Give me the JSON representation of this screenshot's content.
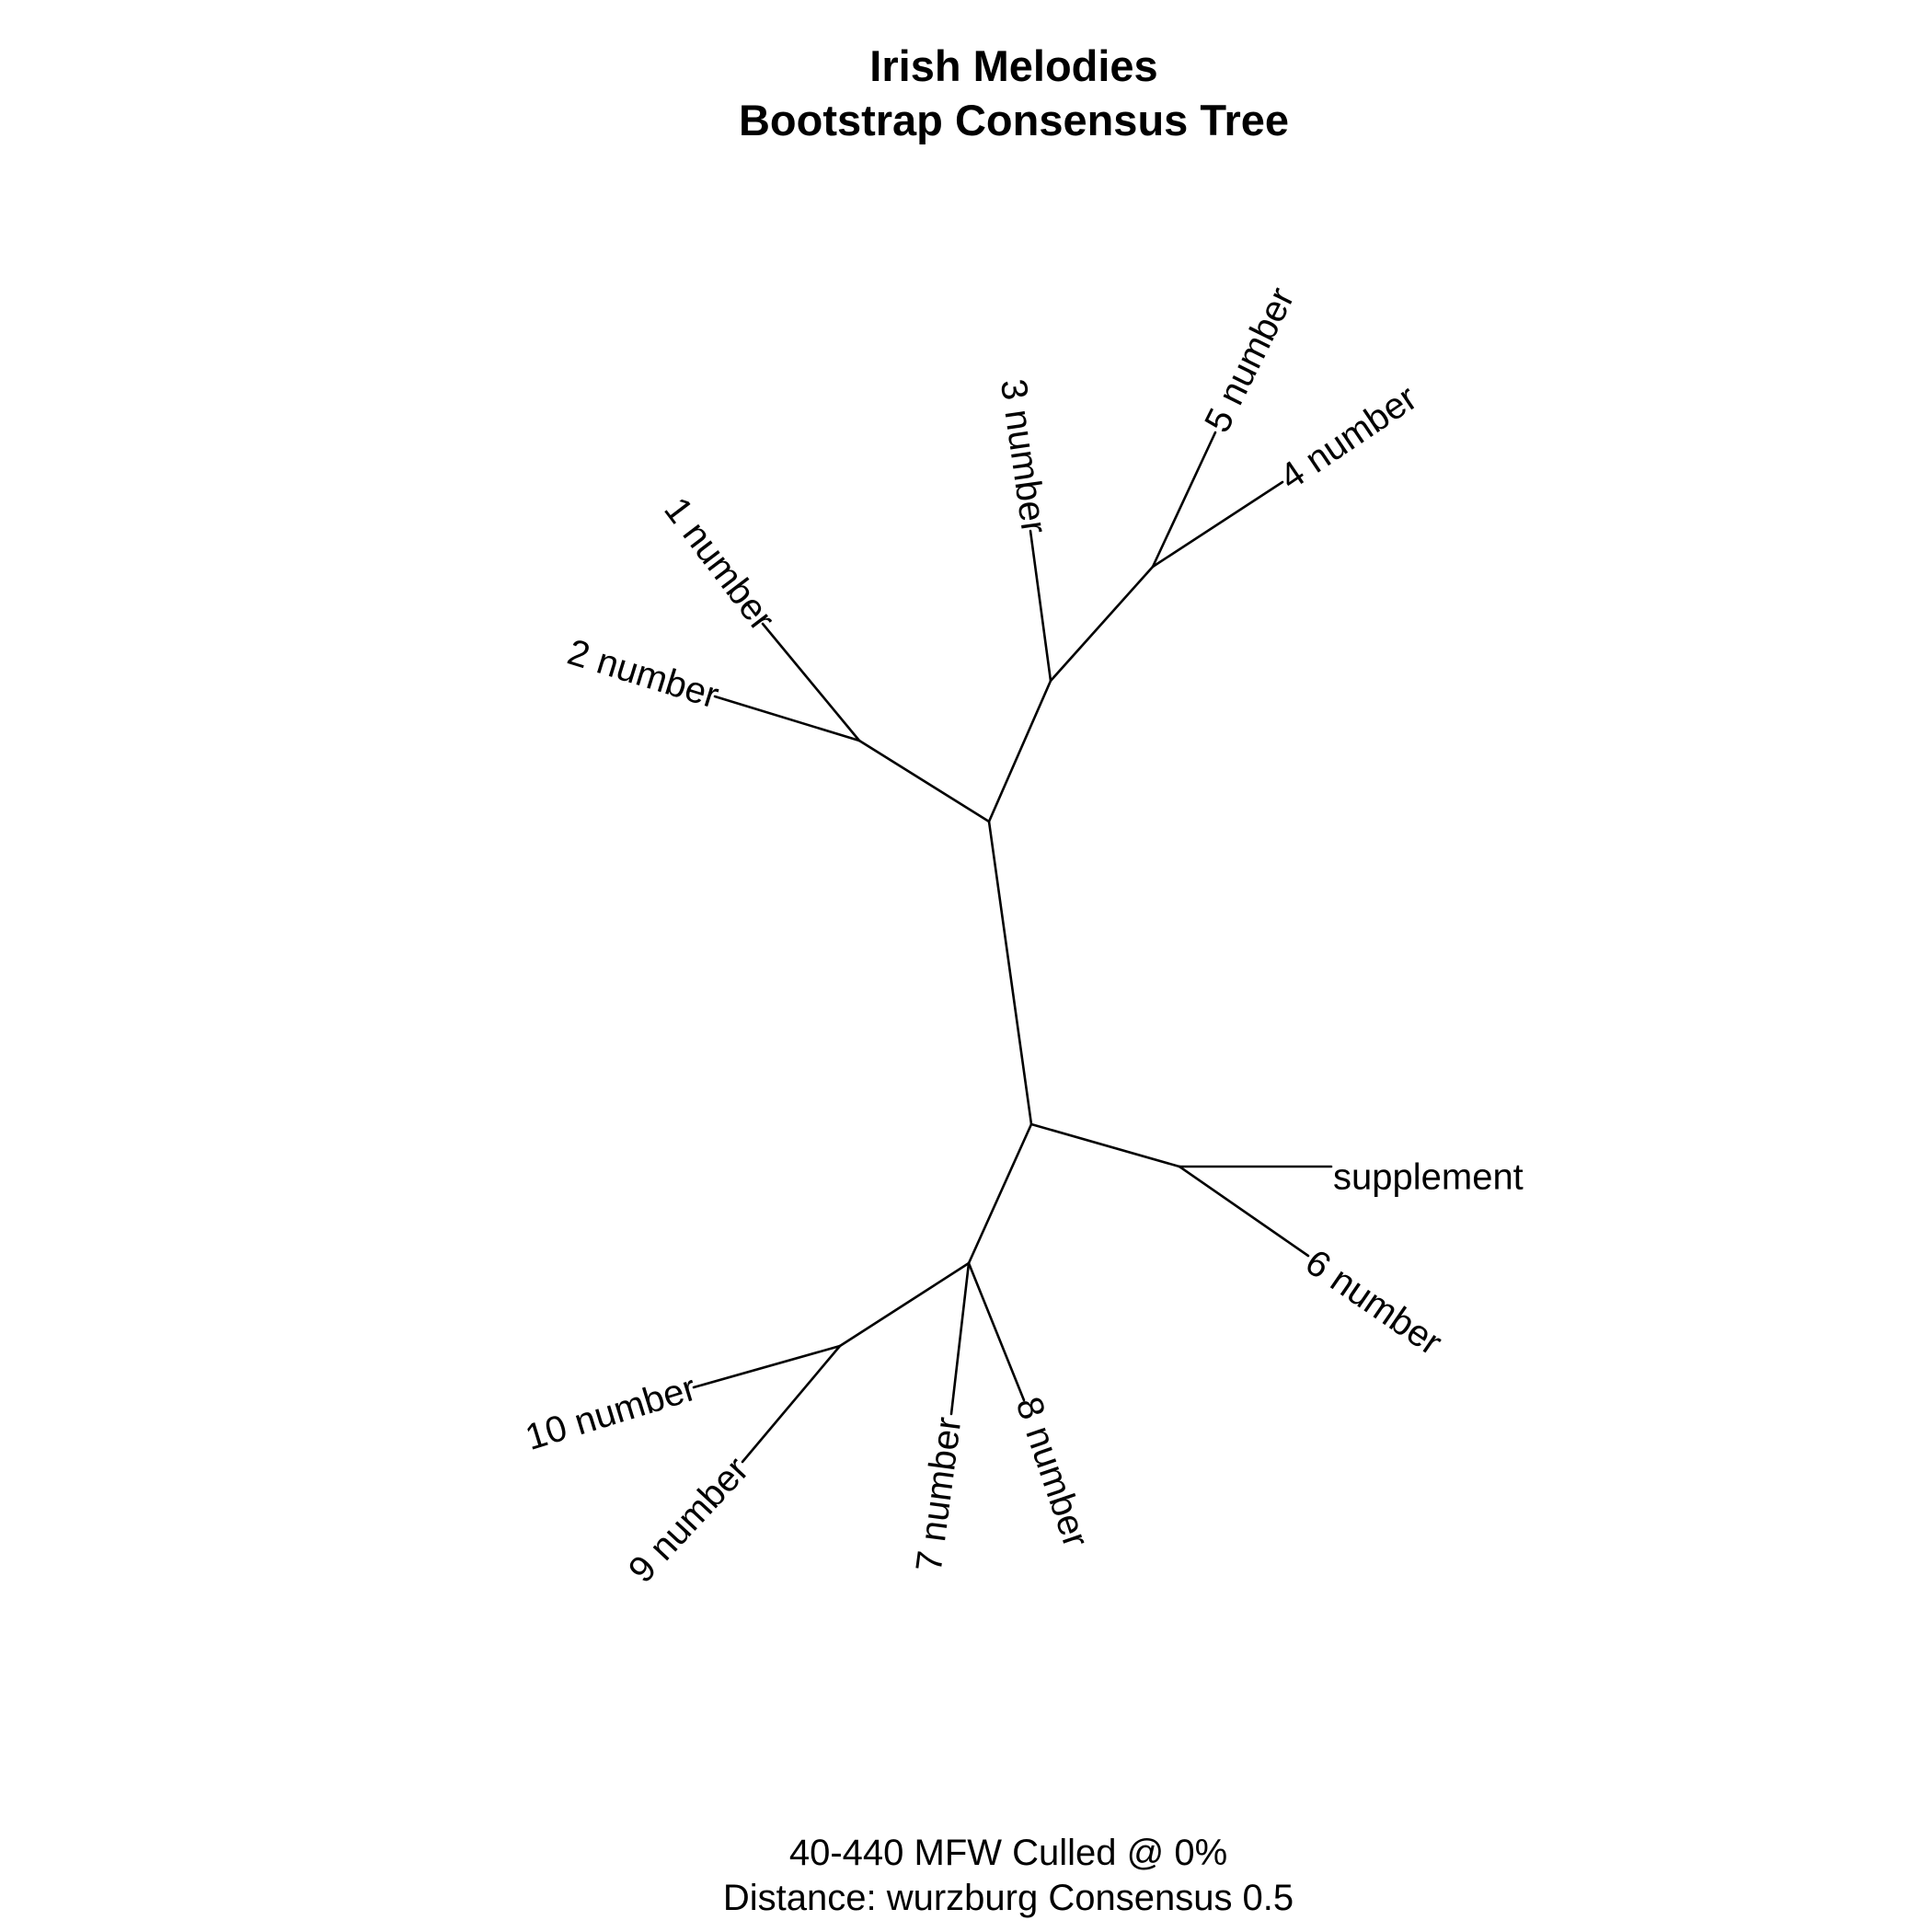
{
  "title": {
    "line1": "Irish Melodies",
    "line2": "Bootstrap Consensus Tree"
  },
  "footer": {
    "line1": "40-440 MFW  Culled @ 0%",
    "line2": "Distance: wurzburg Consensus 0.5"
  },
  "tree": {
    "type": "unrooted-consensus-tree",
    "tips": [
      "1 number",
      "2 number",
      "3 number",
      "4 number",
      "5 number",
      "supplement",
      "6 number",
      "7 number",
      "8 number",
      "9 number",
      "10 number"
    ],
    "branches": [
      {
        "from": "node-upper",
        "to": "node-lower"
      },
      {
        "from": "node-upper",
        "to": "node-12"
      },
      {
        "from": "node-12",
        "to": "1 number"
      },
      {
        "from": "node-12",
        "to": "2 number"
      },
      {
        "from": "node-upper",
        "to": "node-345"
      },
      {
        "from": "node-345",
        "to": "3 number"
      },
      {
        "from": "node-345",
        "to": "node-45"
      },
      {
        "from": "node-45",
        "to": "5 number"
      },
      {
        "from": "node-45",
        "to": "4 number"
      },
      {
        "from": "node-lower",
        "to": "node-s6"
      },
      {
        "from": "node-s6",
        "to": "supplement"
      },
      {
        "from": "node-s6",
        "to": "6 number"
      },
      {
        "from": "node-lower",
        "to": "node-78910"
      },
      {
        "from": "node-78910",
        "to": "7 number"
      },
      {
        "from": "node-78910",
        "to": "8 number"
      },
      {
        "from": "node-78910",
        "to": "node-910"
      },
      {
        "from": "node-910",
        "to": "9 number"
      },
      {
        "from": "node-910",
        "to": "10 number"
      }
    ]
  },
  "colors": {
    "background": "#ffffff",
    "line": "#000000",
    "text": "#000000"
  }
}
